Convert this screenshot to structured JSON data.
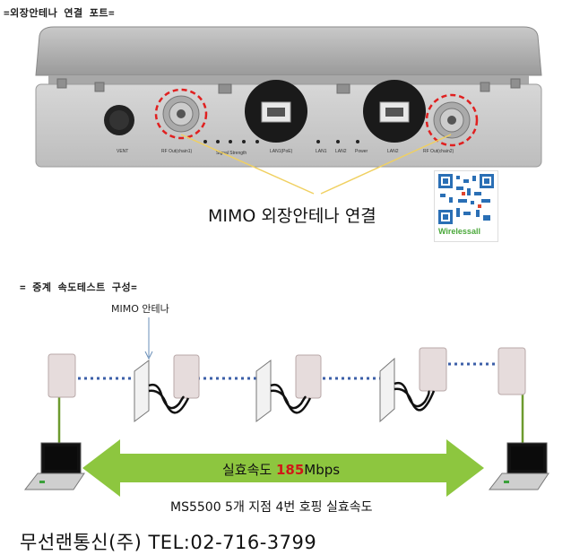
{
  "section1": {
    "title": "=외장안테나 연결 포트=",
    "labels": {
      "vent": "VENT",
      "rf1": "RF Out(chain1)",
      "signal": "Signal Strength",
      "lan1poe": "LAN1(PoE)",
      "lan1": "LAN1",
      "lan2": "LAN2",
      "power": "Power",
      "lan2port": "LAN2",
      "rf2": "RF Out(chain2)"
    },
    "caption": "MIMO 외장안테나 연결",
    "qr_brand": "Wirelessall"
  },
  "section2": {
    "title": "= 중계 속도테스트 구성=",
    "antenna_label": "MIMO 안테나",
    "speed_prefix": "실효속도 ",
    "speed_value": "185",
    "speed_unit": "Mbps",
    "caption": "MS5500 5개 지점 4번 호핑 실효속도"
  },
  "footer": {
    "company": "무선랜통신(주) TEL:02-716-3799"
  },
  "colors": {
    "arrow_green": "#8dc63f",
    "dotted_link": "#3c5fa8",
    "red_circle": "#e02020",
    "leader_line": "#f0d060",
    "highlight": "#d01818"
  }
}
